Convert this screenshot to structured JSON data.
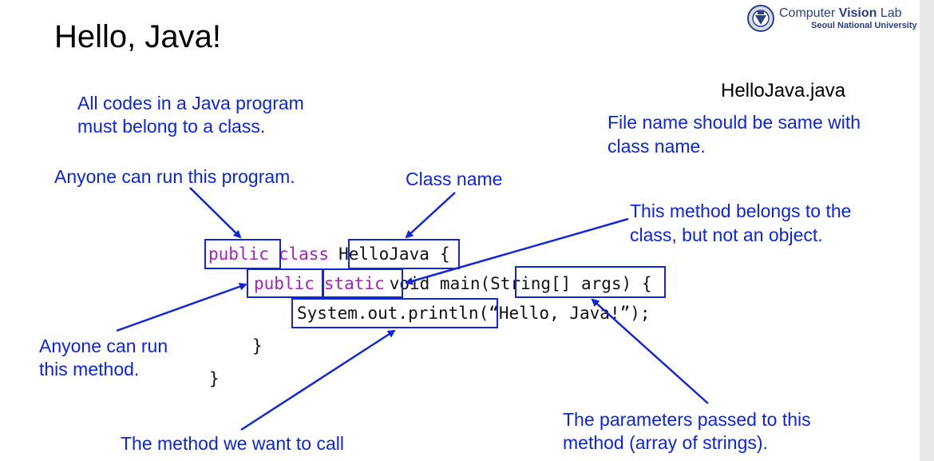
{
  "title": "Hello, Java!",
  "logo": {
    "name_regular": "Computer ",
    "name_bold": "Vision",
    "name_end": " Lab",
    "university": "Seoul National University"
  },
  "file_name": "HelloJava.java",
  "annotations": {
    "class_rule_line1": "All codes in a Java program",
    "class_rule_line2": "must belong to a class.",
    "file_rule_line1": "File name should be same with",
    "file_rule_line2": "class name.",
    "public_class": "Anyone can run this program.",
    "class_name": "Class name",
    "static_line1": "This method belongs to the",
    "static_line2": "class, but not an object.",
    "public_method_line1": "Anyone can run",
    "public_method_line2": "this method.",
    "method_call": "The method we want to call",
    "params_line1": "The parameters passed to this",
    "params_line2": "method (array of strings)."
  },
  "code": {
    "public": "public",
    "class": "class",
    "class_name": "HelloJava",
    "open_brace": "{",
    "public2": "public",
    "static": "static",
    "void_main": "void main(",
    "args": "String[] args",
    "close_paren_brace": ") {",
    "println": "System.out.println",
    "string_arg": "(“Hello, Java!”);",
    "inner_close": "}",
    "outer_close": "}"
  },
  "colors": {
    "annotation": "#0b24e6",
    "box": "#1225d8",
    "keyword": "#a61fbf",
    "logo": "#2b3f86"
  }
}
